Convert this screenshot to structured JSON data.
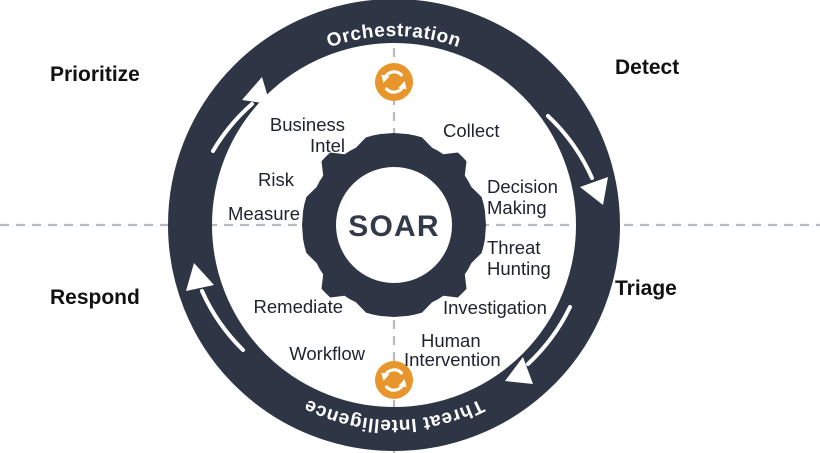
{
  "diagram": {
    "title": "SOAR lifecycle wheel",
    "core": {
      "label": "SOAR",
      "icon": "gear-icon"
    },
    "colors": {
      "ring": "#2e3646",
      "ring_text": "#ffffff",
      "accent": "#e8952b",
      "quadrant_text": "#111111",
      "inner_text": "#20242e",
      "core_text": "#323a4a",
      "divider": "#b5b9c0",
      "background": "#ffffff"
    },
    "quadrants": [
      {
        "label": "Prioritize",
        "position": "top-left"
      },
      {
        "label": "Detect",
        "position": "top-right"
      },
      {
        "label": "Respond",
        "position": "bottom-left"
      },
      {
        "label": "Triage",
        "position": "bottom-right"
      }
    ],
    "ring_labels": [
      {
        "label": "Orchestration",
        "position": "top"
      },
      {
        "label": "Threat Intelligence",
        "position": "bottom"
      }
    ],
    "cycle_icons": [
      {
        "name": "refresh-cycle-icon",
        "position": "top"
      },
      {
        "name": "refresh-cycle-icon",
        "position": "bottom"
      }
    ],
    "flow_arrows": [
      {
        "name": "arrow-prioritize",
        "direction": "up",
        "position": "upper-left"
      },
      {
        "name": "arrow-detect",
        "direction": "down",
        "position": "right"
      },
      {
        "name": "arrow-triage",
        "direction": "left",
        "position": "lower-right"
      },
      {
        "name": "arrow-respond",
        "direction": "up",
        "position": "left"
      }
    ],
    "inner_items": [
      {
        "label": "Business Intel",
        "lines": [
          "Business",
          "Intel"
        ],
        "quadrant": "Prioritize"
      },
      {
        "label": "Risk",
        "lines": [
          "Risk"
        ],
        "quadrant": "Prioritize"
      },
      {
        "label": "Measure",
        "lines": [
          "Measure"
        ],
        "quadrant": "Prioritize"
      },
      {
        "label": "Collect",
        "lines": [
          "Collect"
        ],
        "quadrant": "Detect"
      },
      {
        "label": "Decision Making",
        "lines": [
          "Decision",
          "Making"
        ],
        "quadrant": "Detect"
      },
      {
        "label": "Threat Hunting",
        "lines": [
          "Threat",
          "Hunting"
        ],
        "quadrant": "Triage"
      },
      {
        "label": "Investigation",
        "lines": [
          "Investigation"
        ],
        "quadrant": "Triage"
      },
      {
        "label": "Human Intervention",
        "lines": [
          "Human",
          "Intervention"
        ],
        "quadrant": "Triage"
      },
      {
        "label": "Remediate",
        "lines": [
          "Remediate"
        ],
        "quadrant": "Respond"
      },
      {
        "label": "Workflow",
        "lines": [
          "Workflow"
        ],
        "quadrant": "Respond"
      }
    ]
  }
}
